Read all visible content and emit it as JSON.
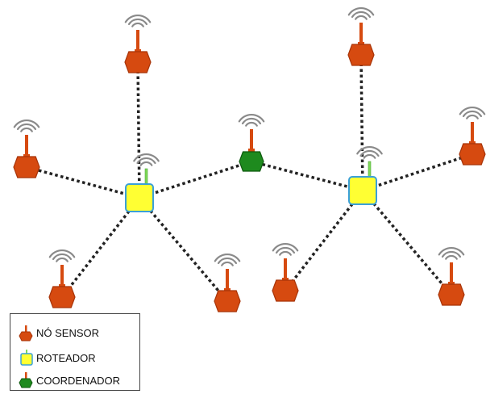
{
  "legend": {
    "items": [
      {
        "label": "NÓ SENSOR",
        "icon": "sensor-node-icon",
        "color": "#D64A10"
      },
      {
        "label": "ROTEADOR",
        "icon": "router-node-icon",
        "color": "#FFFF33"
      },
      {
        "label": "COORDENADOR",
        "icon": "coordinator-node-icon",
        "color": "#1E8A1E"
      }
    ]
  },
  "colors": {
    "sensor": "#D64A10",
    "sensor_stroke": "#A83408",
    "router": "#FFFF33",
    "router_stroke": "#3AA0D8",
    "coordinator": "#1E8A1E",
    "coordinator_stroke": "#0E5A0E",
    "antenna_router": "#7ED957",
    "link": "#222222",
    "signal": "#8A8A8A"
  },
  "network": {
    "nodes": [
      {
        "id": "router-1",
        "type": "router"
      },
      {
        "id": "router-2",
        "type": "router"
      },
      {
        "id": "coordinator",
        "type": "coordinator"
      },
      {
        "id": "sensor-1",
        "type": "sensor"
      },
      {
        "id": "sensor-2",
        "type": "sensor"
      },
      {
        "id": "sensor-3",
        "type": "sensor"
      },
      {
        "id": "sensor-4",
        "type": "sensor"
      },
      {
        "id": "sensor-5",
        "type": "sensor"
      },
      {
        "id": "sensor-6",
        "type": "sensor"
      },
      {
        "id": "sensor-7",
        "type": "sensor"
      },
      {
        "id": "sensor-8",
        "type": "sensor"
      }
    ],
    "links": [
      [
        "router-1",
        "sensor-1"
      ],
      [
        "router-1",
        "sensor-2"
      ],
      [
        "router-1",
        "sensor-3"
      ],
      [
        "router-1",
        "sensor-4"
      ],
      [
        "router-1",
        "coordinator"
      ],
      [
        "coordinator",
        "router-2"
      ],
      [
        "router-2",
        "sensor-5"
      ],
      [
        "router-2",
        "sensor-6"
      ],
      [
        "router-2",
        "sensor-7"
      ],
      [
        "router-2",
        "sensor-8"
      ]
    ]
  }
}
